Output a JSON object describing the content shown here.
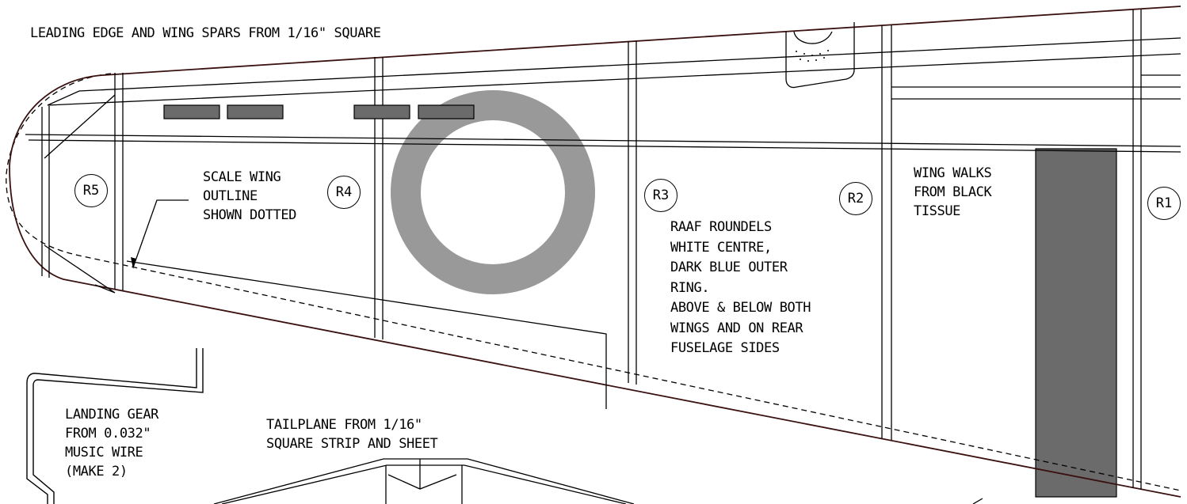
{
  "labels": {
    "spars": "LEADING EDGE AND WING SPARS FROM 1/16\" SQUARE",
    "scale_outline": [
      "SCALE WING",
      "OUTLINE",
      "SHOWN DOTTED"
    ],
    "roundels": [
      "RAAF ROUNDELS",
      "WHITE CENTRE,",
      "DARK BLUE OUTER",
      "RING.",
      "ABOVE & BELOW BOTH",
      "WINGS AND ON REAR",
      "FUSELAGE SIDES"
    ],
    "wing_walks": [
      "WING WALKS",
      "FROM BLACK",
      "TISSUE"
    ],
    "landing_gear": [
      "LANDING GEAR",
      "FROM 0.032\"",
      "MUSIC WIRE",
      "(MAKE 2)"
    ],
    "tailplane": [
      "TAILPLANE FROM 1/16\"",
      "SQUARE STRIP AND SHEET"
    ]
  },
  "ribs": [
    "R5",
    "R4",
    "R3",
    "R2",
    "R1"
  ],
  "colors": {
    "outline": "#3a1010",
    "ink": "#000000",
    "roundel_ring": "#999999",
    "wing_walk": "#6b6b6b"
  }
}
